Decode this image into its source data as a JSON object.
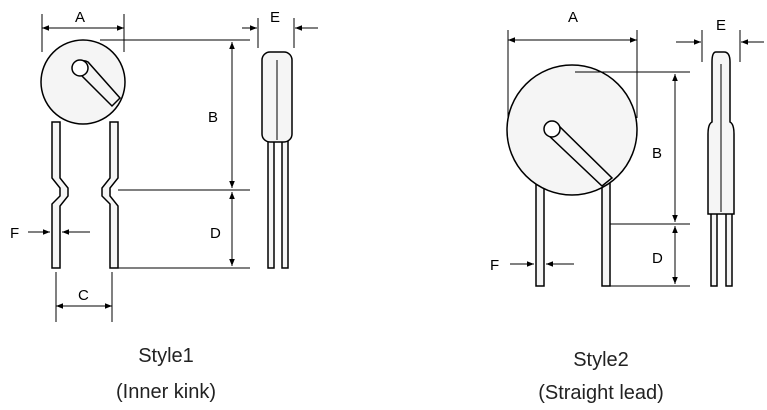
{
  "colors": {
    "line": "#000000",
    "fill": "#f5f5f5",
    "dimension": "#000000",
    "text": "#222222"
  },
  "style1": {
    "labels": {
      "a": "A",
      "b": "B",
      "c": "C",
      "d": "D",
      "e": "E",
      "f": "F"
    },
    "caption_line1": "Style1",
    "caption_line2": "(Inner kink)"
  },
  "style2": {
    "labels": {
      "a": "A",
      "b": "B",
      "d": "D",
      "e": "E",
      "f": "F"
    },
    "caption_line1": "Style2",
    "caption_line2": "(Straight lead)"
  }
}
